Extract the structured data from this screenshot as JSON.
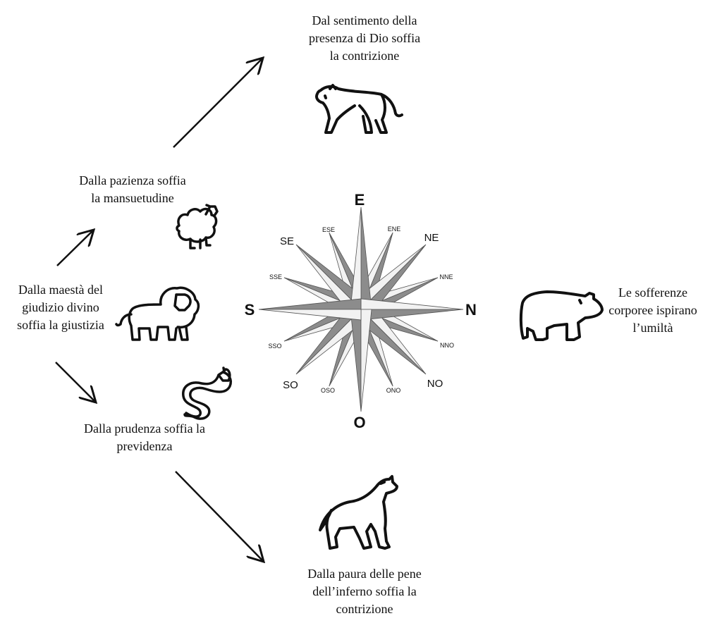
{
  "labels": {
    "top": "Dal sentimento della\npresenza di Dio soffia\nla contrizione",
    "sheep": "Dalla pazienza soffia\nla mansuetudine",
    "left": "Dalla maestà del\ngiudizio divino\nsoffia la giustizia",
    "right": "Le sofferenze\ncorporee ispirano\nl’umiltà",
    "snake": "Dalla prudenza soffia la\nprevidenza",
    "bottom": "Dalla paura delle pene\ndell’inferno soffia la\ncontrizione"
  },
  "compass": {
    "cardinal": {
      "E": "E",
      "N": "N",
      "O": "O",
      "S": "S"
    },
    "intercardinal": {
      "NE": "NE",
      "NO": "NO",
      "SO": "SO",
      "SE": "SE"
    },
    "secondary": {
      "ENE": "ENE",
      "NNE": "NNE",
      "NNO": "NNO",
      "ONO": "ONO",
      "OSO": "OSO",
      "SSO": "SSO",
      "SSE": "SSE",
      "ESE": "ESE"
    }
  },
  "icons": {
    "top": "panther-icon",
    "sheep": "sheep-icon",
    "left": "lion-icon",
    "right": "bear-icon",
    "snake": "snake-icon",
    "bottom": "wolf-icon"
  },
  "colors": {
    "line": "#111111",
    "petal_dark": "#8c8c8c",
    "petal_light": "#f2f2f2",
    "compass_outline": "#555555"
  }
}
